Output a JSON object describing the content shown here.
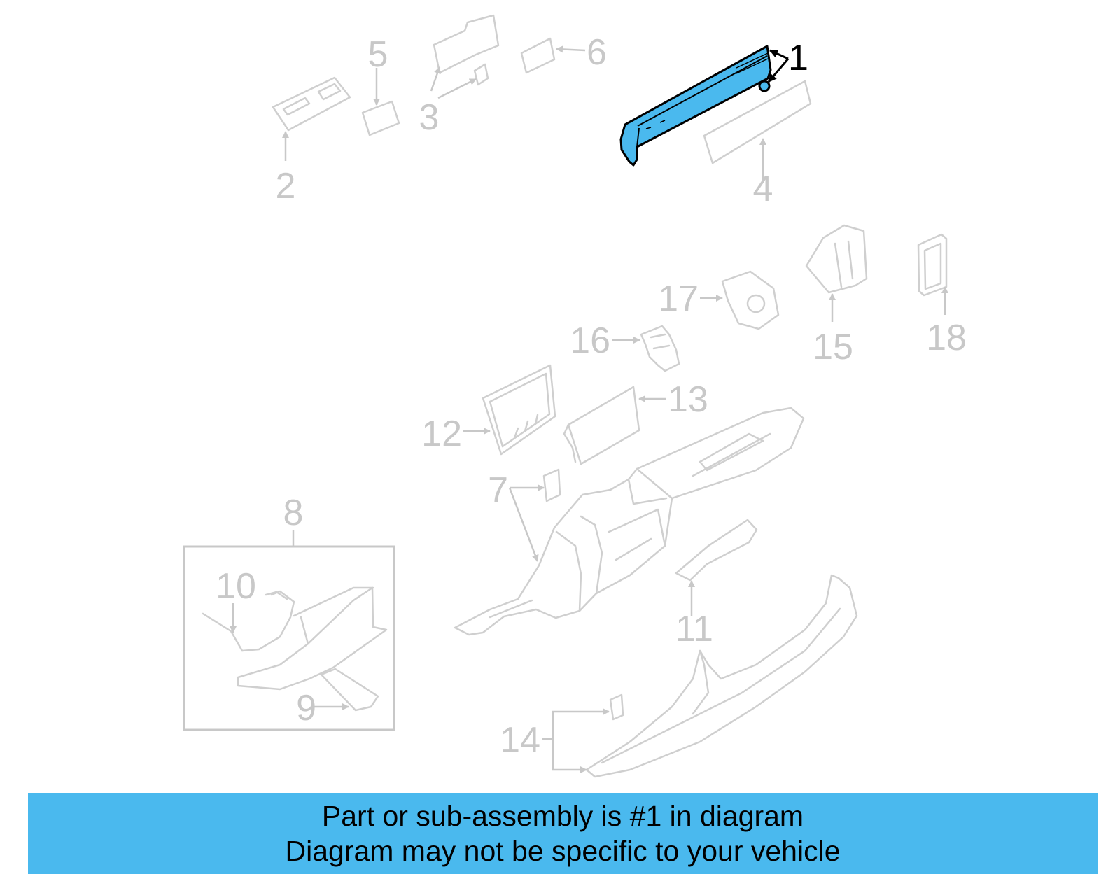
{
  "diagram": {
    "highlight_color": "#4ab9ee",
    "callout_color": "#c8c8c8",
    "highlighted_callout_color": "#000000",
    "callouts": {
      "c1": "1",
      "c2": "2",
      "c3": "3",
      "c4": "4",
      "c5": "5",
      "c6": "6",
      "c7": "7",
      "c8": "8",
      "c9": "9",
      "c10": "10",
      "c11": "11",
      "c12": "12",
      "c13": "13",
      "c14": "14",
      "c15": "15",
      "c16": "16",
      "c17": "17",
      "c18": "18"
    }
  },
  "banner": {
    "line1": "Part or sub-assembly is #1 in diagram",
    "line2": "Diagram may not be specific to your vehicle",
    "background": "#4ab9ee"
  }
}
